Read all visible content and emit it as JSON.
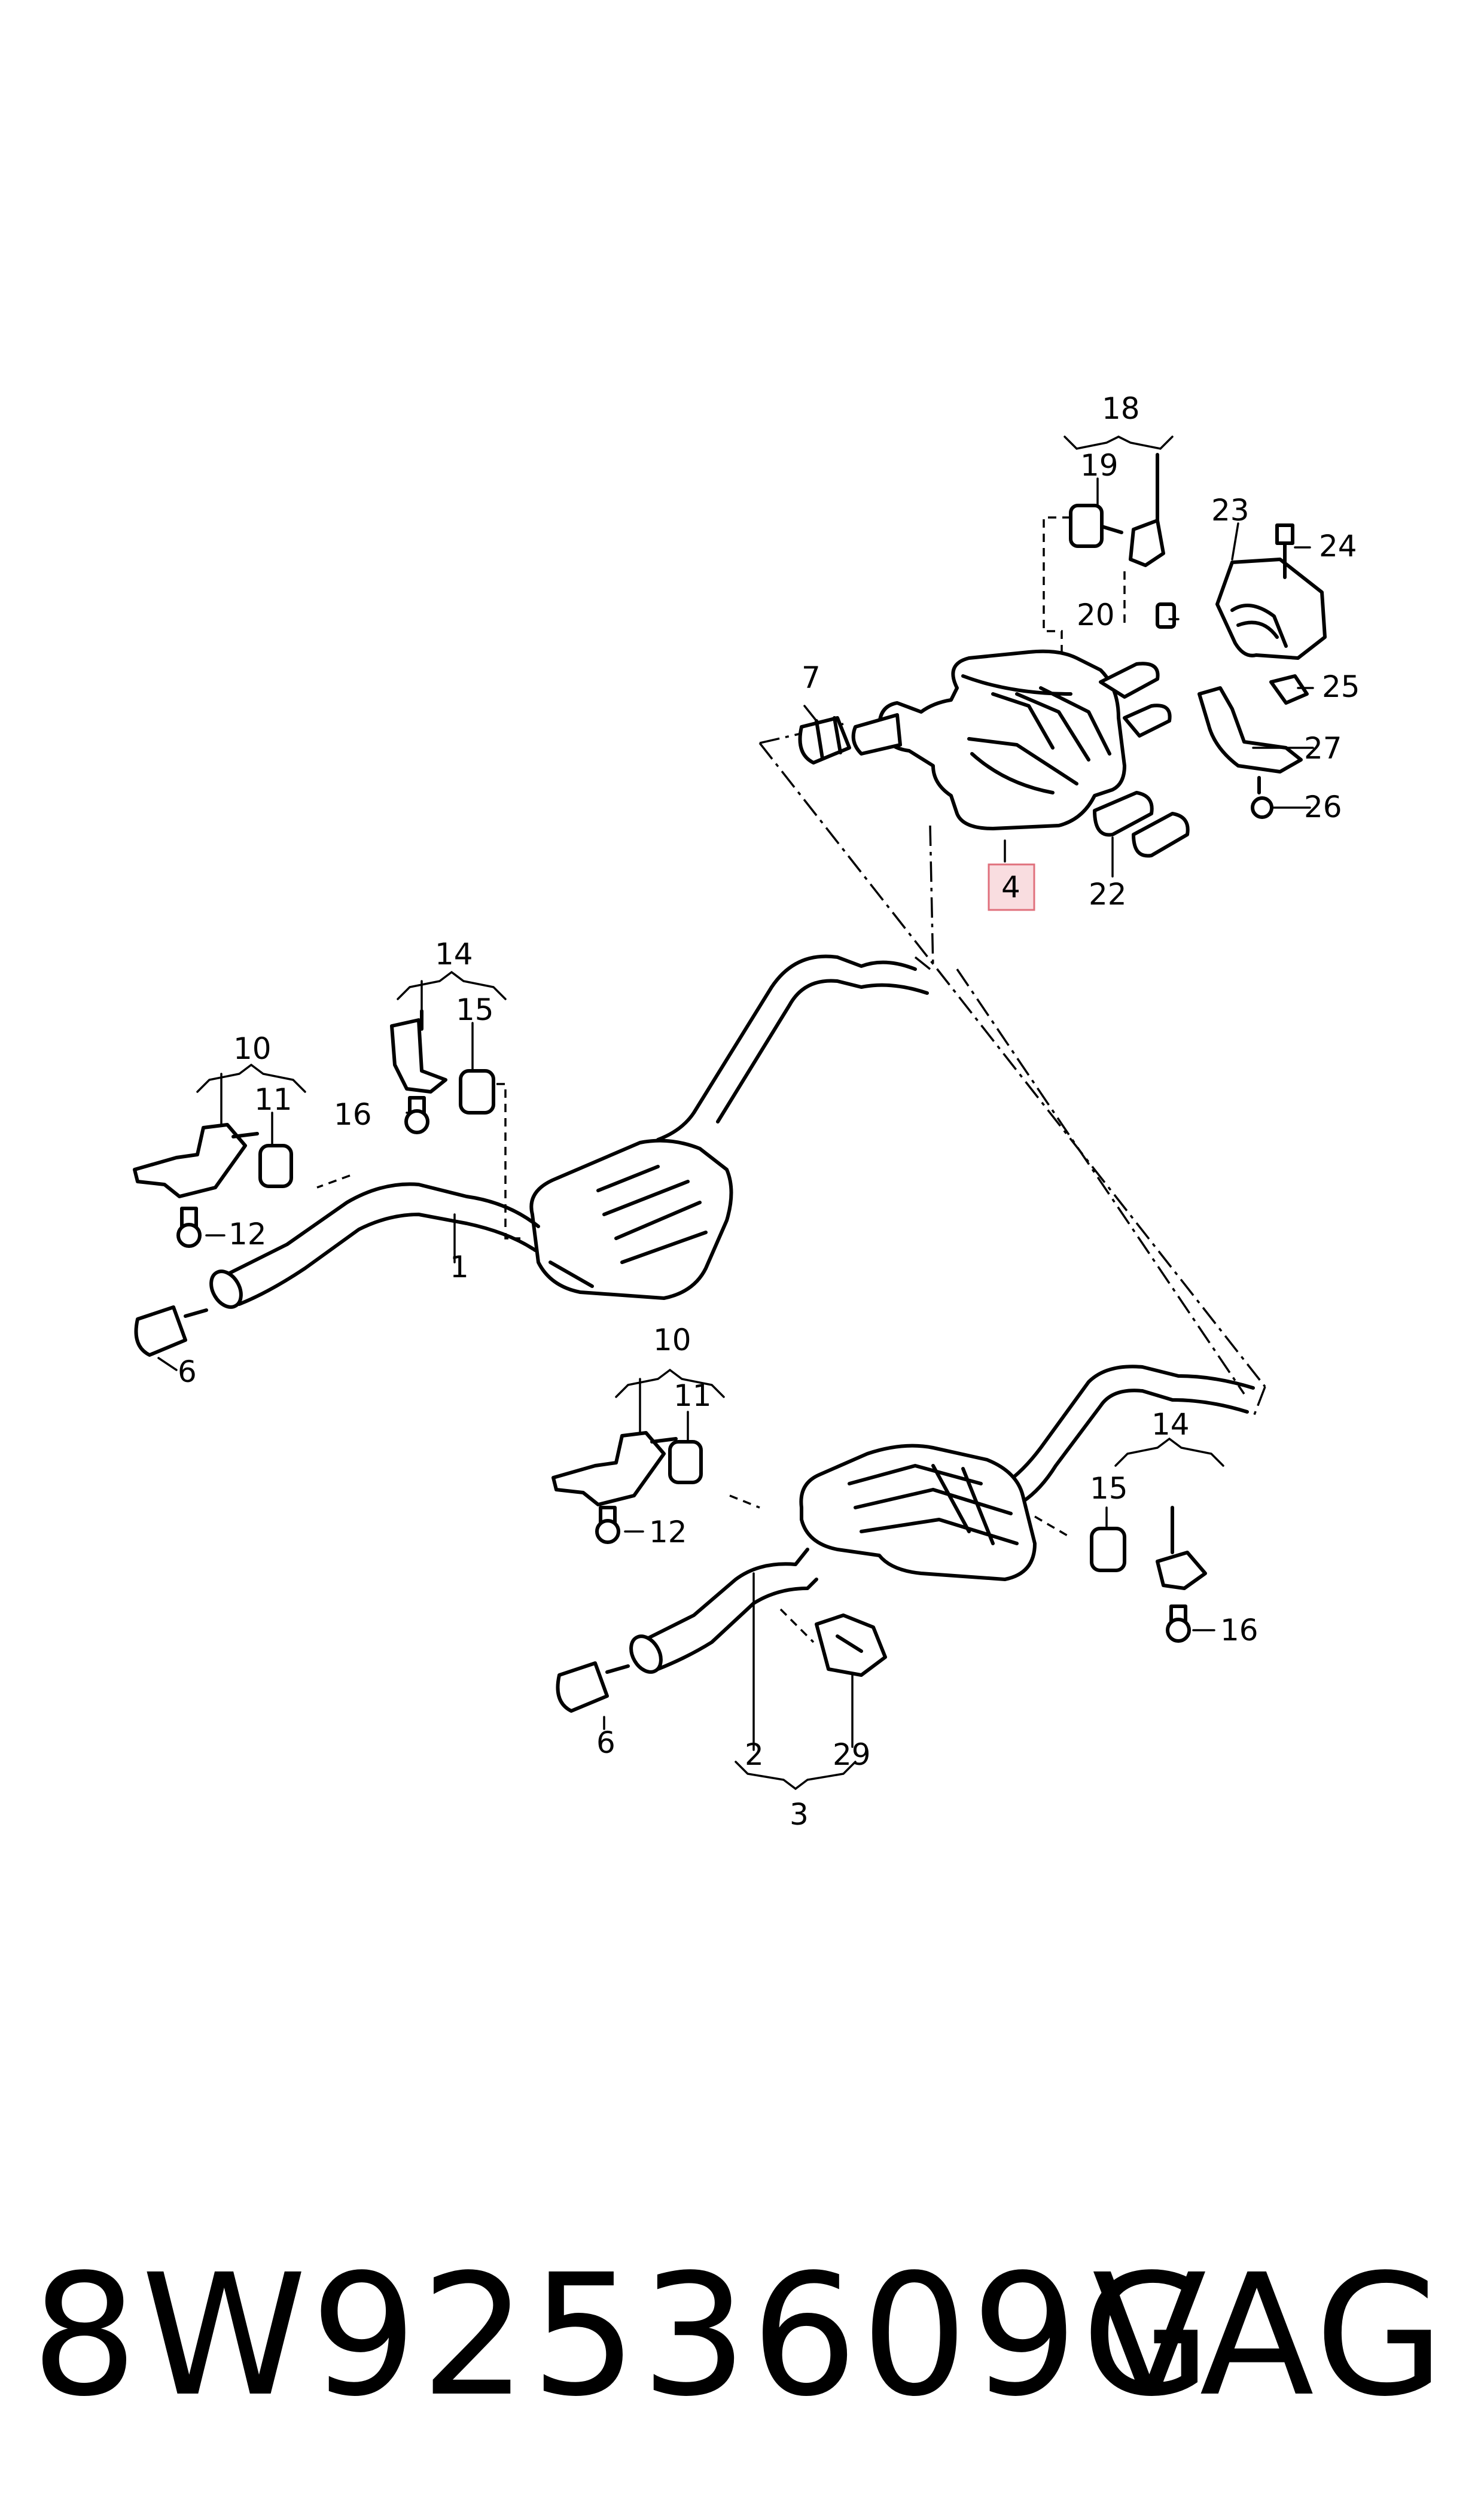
{
  "diagram": {
    "highlight_color": "#f9dde0",
    "highlight_border": "#e0707c",
    "callouts": {
      "c1": "1",
      "c2": "2",
      "c3": "3",
      "c4": "4",
      "c6a": "6",
      "c6b": "6",
      "c7": "7",
      "c10a": "10",
      "c10b": "10",
      "c11a": "11",
      "c11b": "11",
      "c12a": "12",
      "c12b": "12",
      "c14a": "14",
      "c14b": "14",
      "c15a": "15",
      "c15b": "15",
      "c16a": "16",
      "c16b": "16",
      "c18": "18",
      "c19": "19",
      "c20": "20",
      "c22": "22",
      "c23": "23",
      "c24": "24",
      "c25": "25",
      "c26": "26",
      "c27": "27",
      "c29": "29"
    }
  },
  "footer": {
    "part_number": "8W9253609G",
    "brand": "VAG"
  }
}
